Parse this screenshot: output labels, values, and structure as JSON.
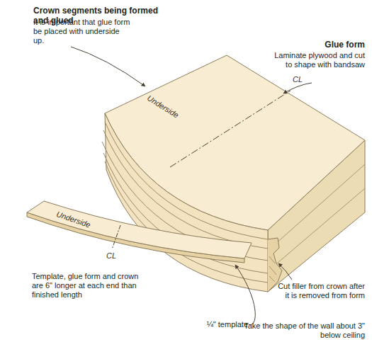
{
  "diagram": {
    "title": "Crown segments being formed and glued",
    "labels": [
      "It is important that glue form be placed with underside up.",
      "Glue form",
      "Laminate plywood and cut to shape with bandsaw",
      "Underside",
      "CL",
      "Underside",
      "CL",
      "Template, glue form and crown are 6\" longer at each end than finished length",
      "Cut filler from crown after it is removed from form",
      "¼\" template",
      "Take the shape of the wall about 3\" below ceiling"
    ]
  }
}
